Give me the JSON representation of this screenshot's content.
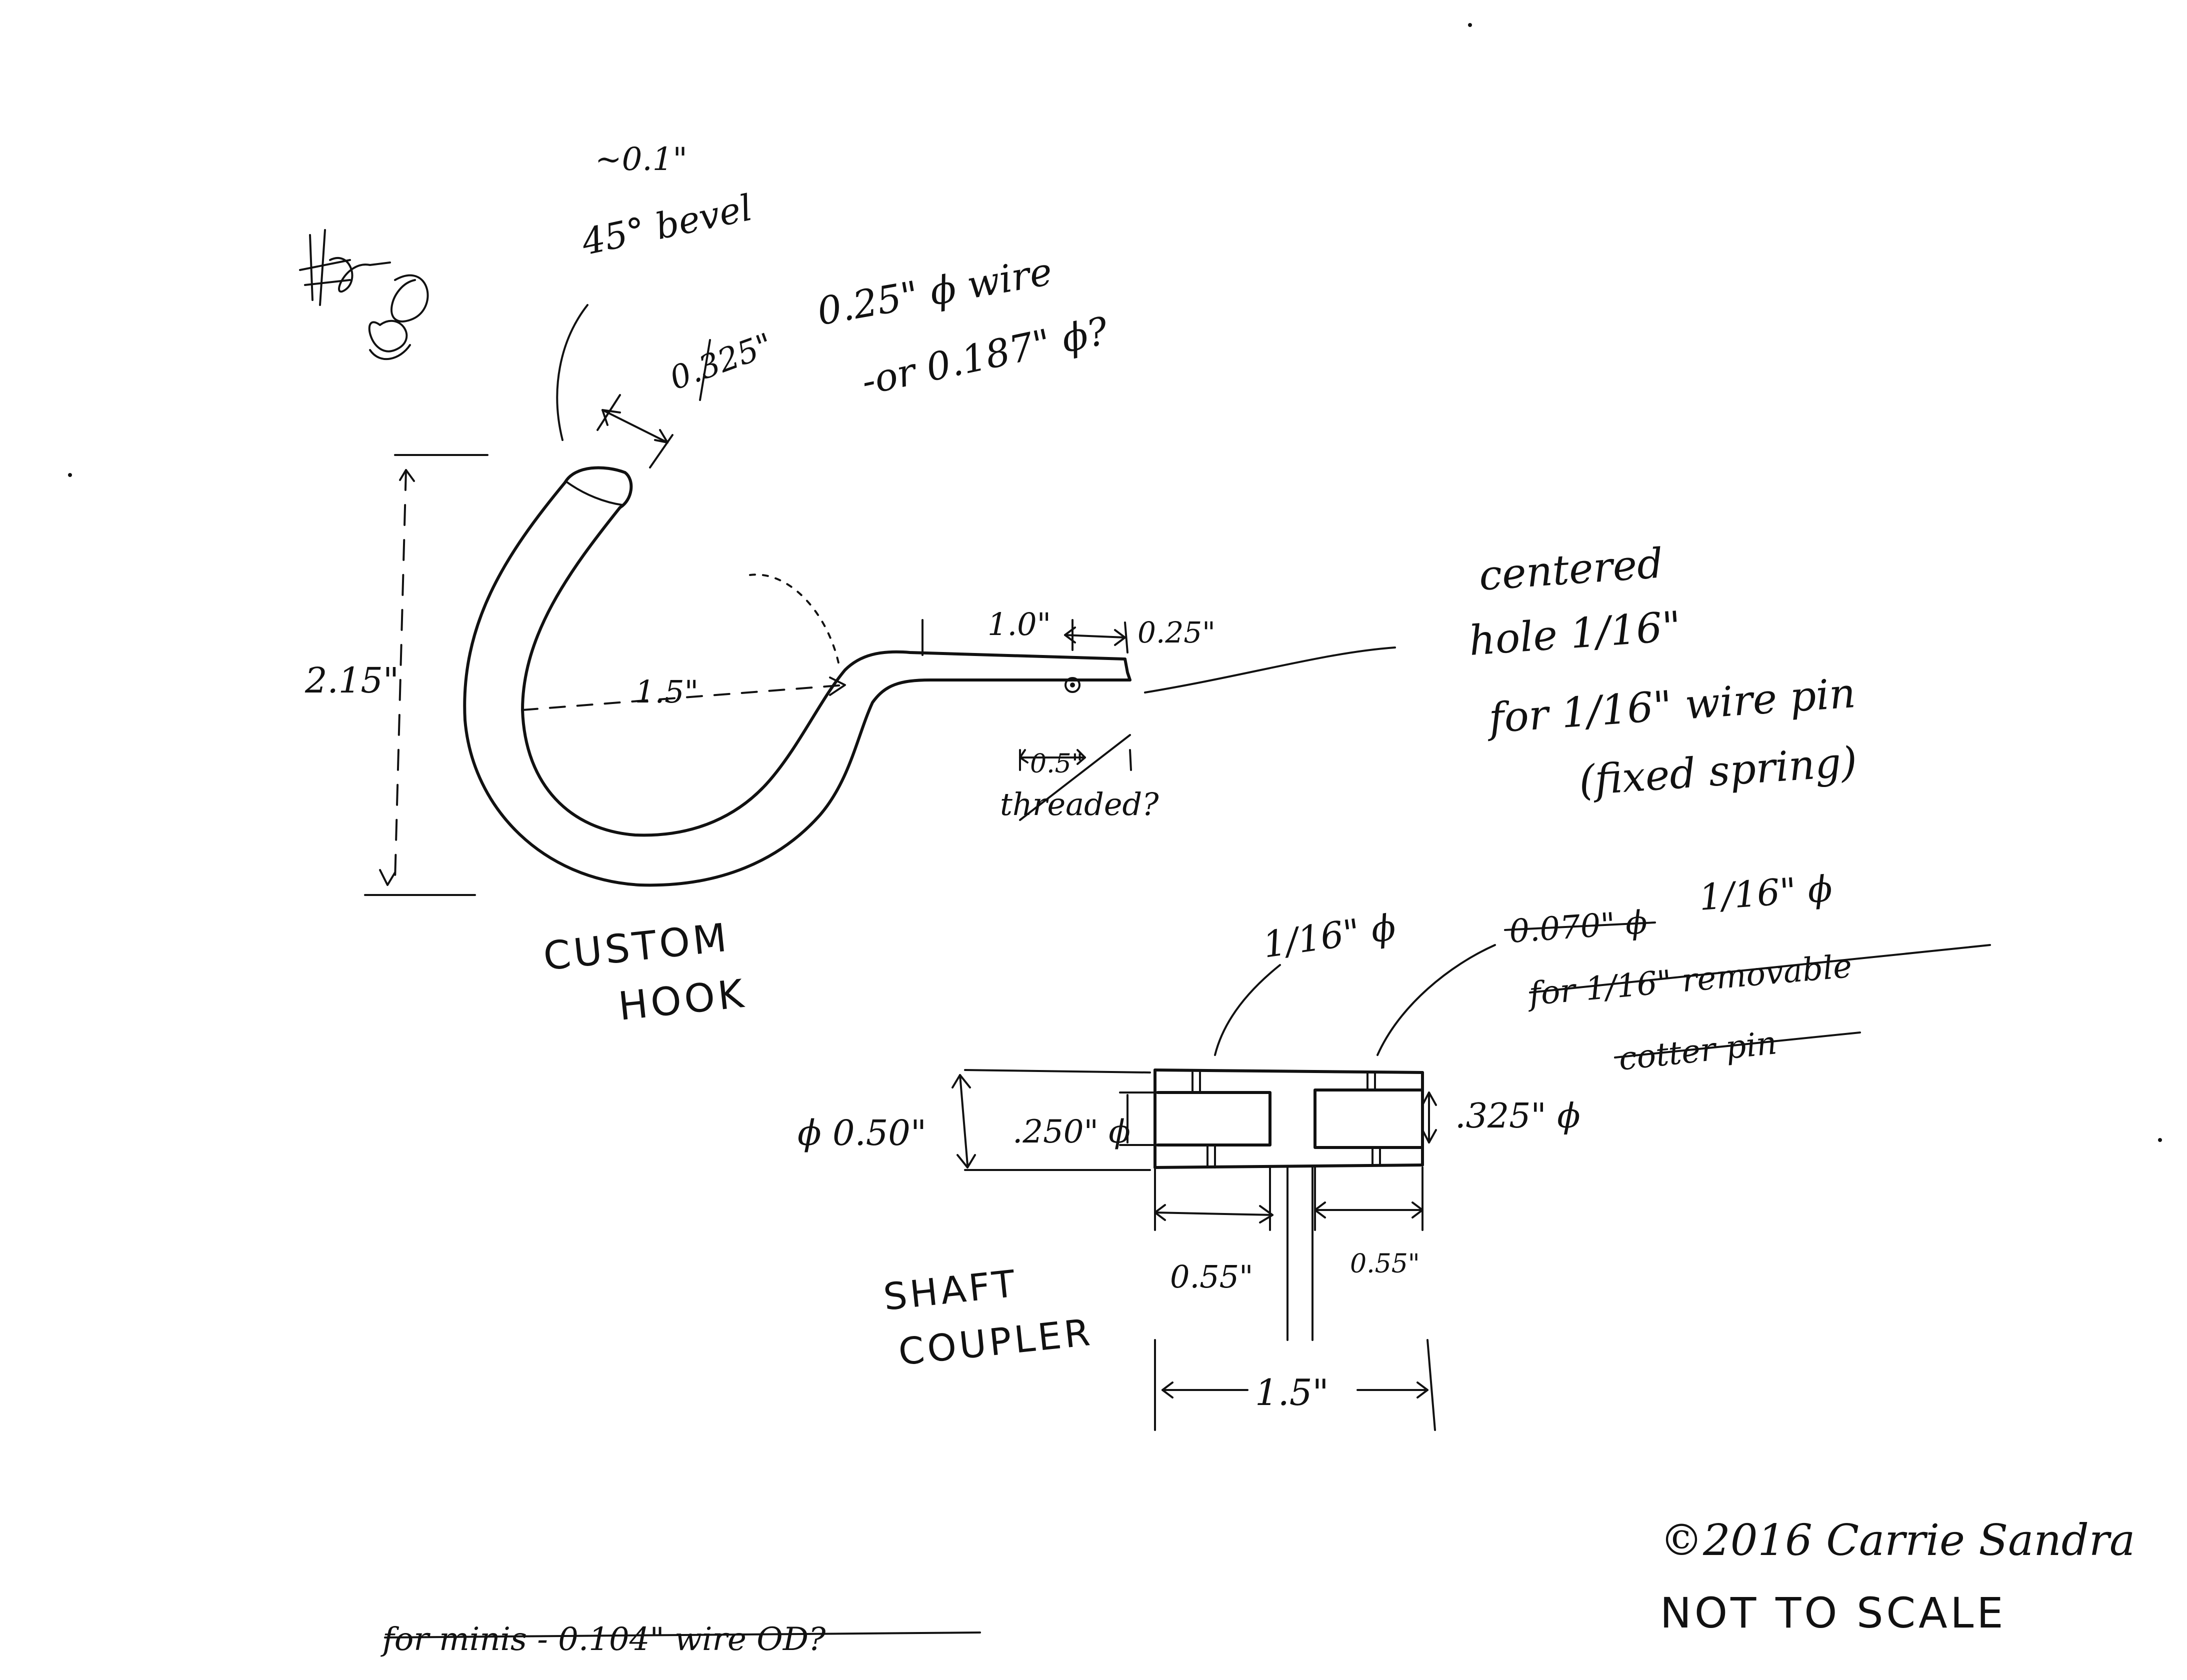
{
  "hook": {
    "title_line1": "CUSTOM",
    "title_line2": "HOOK",
    "bevel_line1": "~0.1\"",
    "bevel_line2": "45° bevel",
    "wire_dim_struck": "0.325\"",
    "wire_line1": "0.25\" ϕ wire",
    "wire_line2": "-or 0.187\" ϕ?",
    "height": "2.15\"",
    "radius": "1.5\"",
    "shank_length": "1.0\"",
    "tip_length": "0.25\"",
    "threaded_struck": "0.5\"",
    "threaded_struck_2": "threaded?",
    "note_line1": "centered",
    "note_line2": "hole 1/16\"",
    "note_line3": "for 1/16\" wire pin",
    "note_line4": "(fixed spring)"
  },
  "coupler": {
    "title_line1": "SHAFT",
    "title_line2": "COUPLER",
    "pin_dia": "1/16\" ϕ",
    "pin_struck": "0.070\" ϕ",
    "pin_dia_2": "1/16\" ϕ",
    "pin_struck_2": "for 1/16\" removable",
    "pin_struck_3": "cotter pin",
    "outer_dia": "ϕ 0.50\"",
    "bore_left": ".250\" ϕ",
    "bore_right": ".325\" ϕ",
    "left_depth": "0.55\"",
    "right_depth": "0.55\"",
    "total_length": "1.5\""
  },
  "footer": {
    "copyright": "©2016 Carrie Sandra",
    "not_to_scale": "NOT TO SCALE",
    "struck_note": "for minis - 0.104\" wire OD?"
  }
}
